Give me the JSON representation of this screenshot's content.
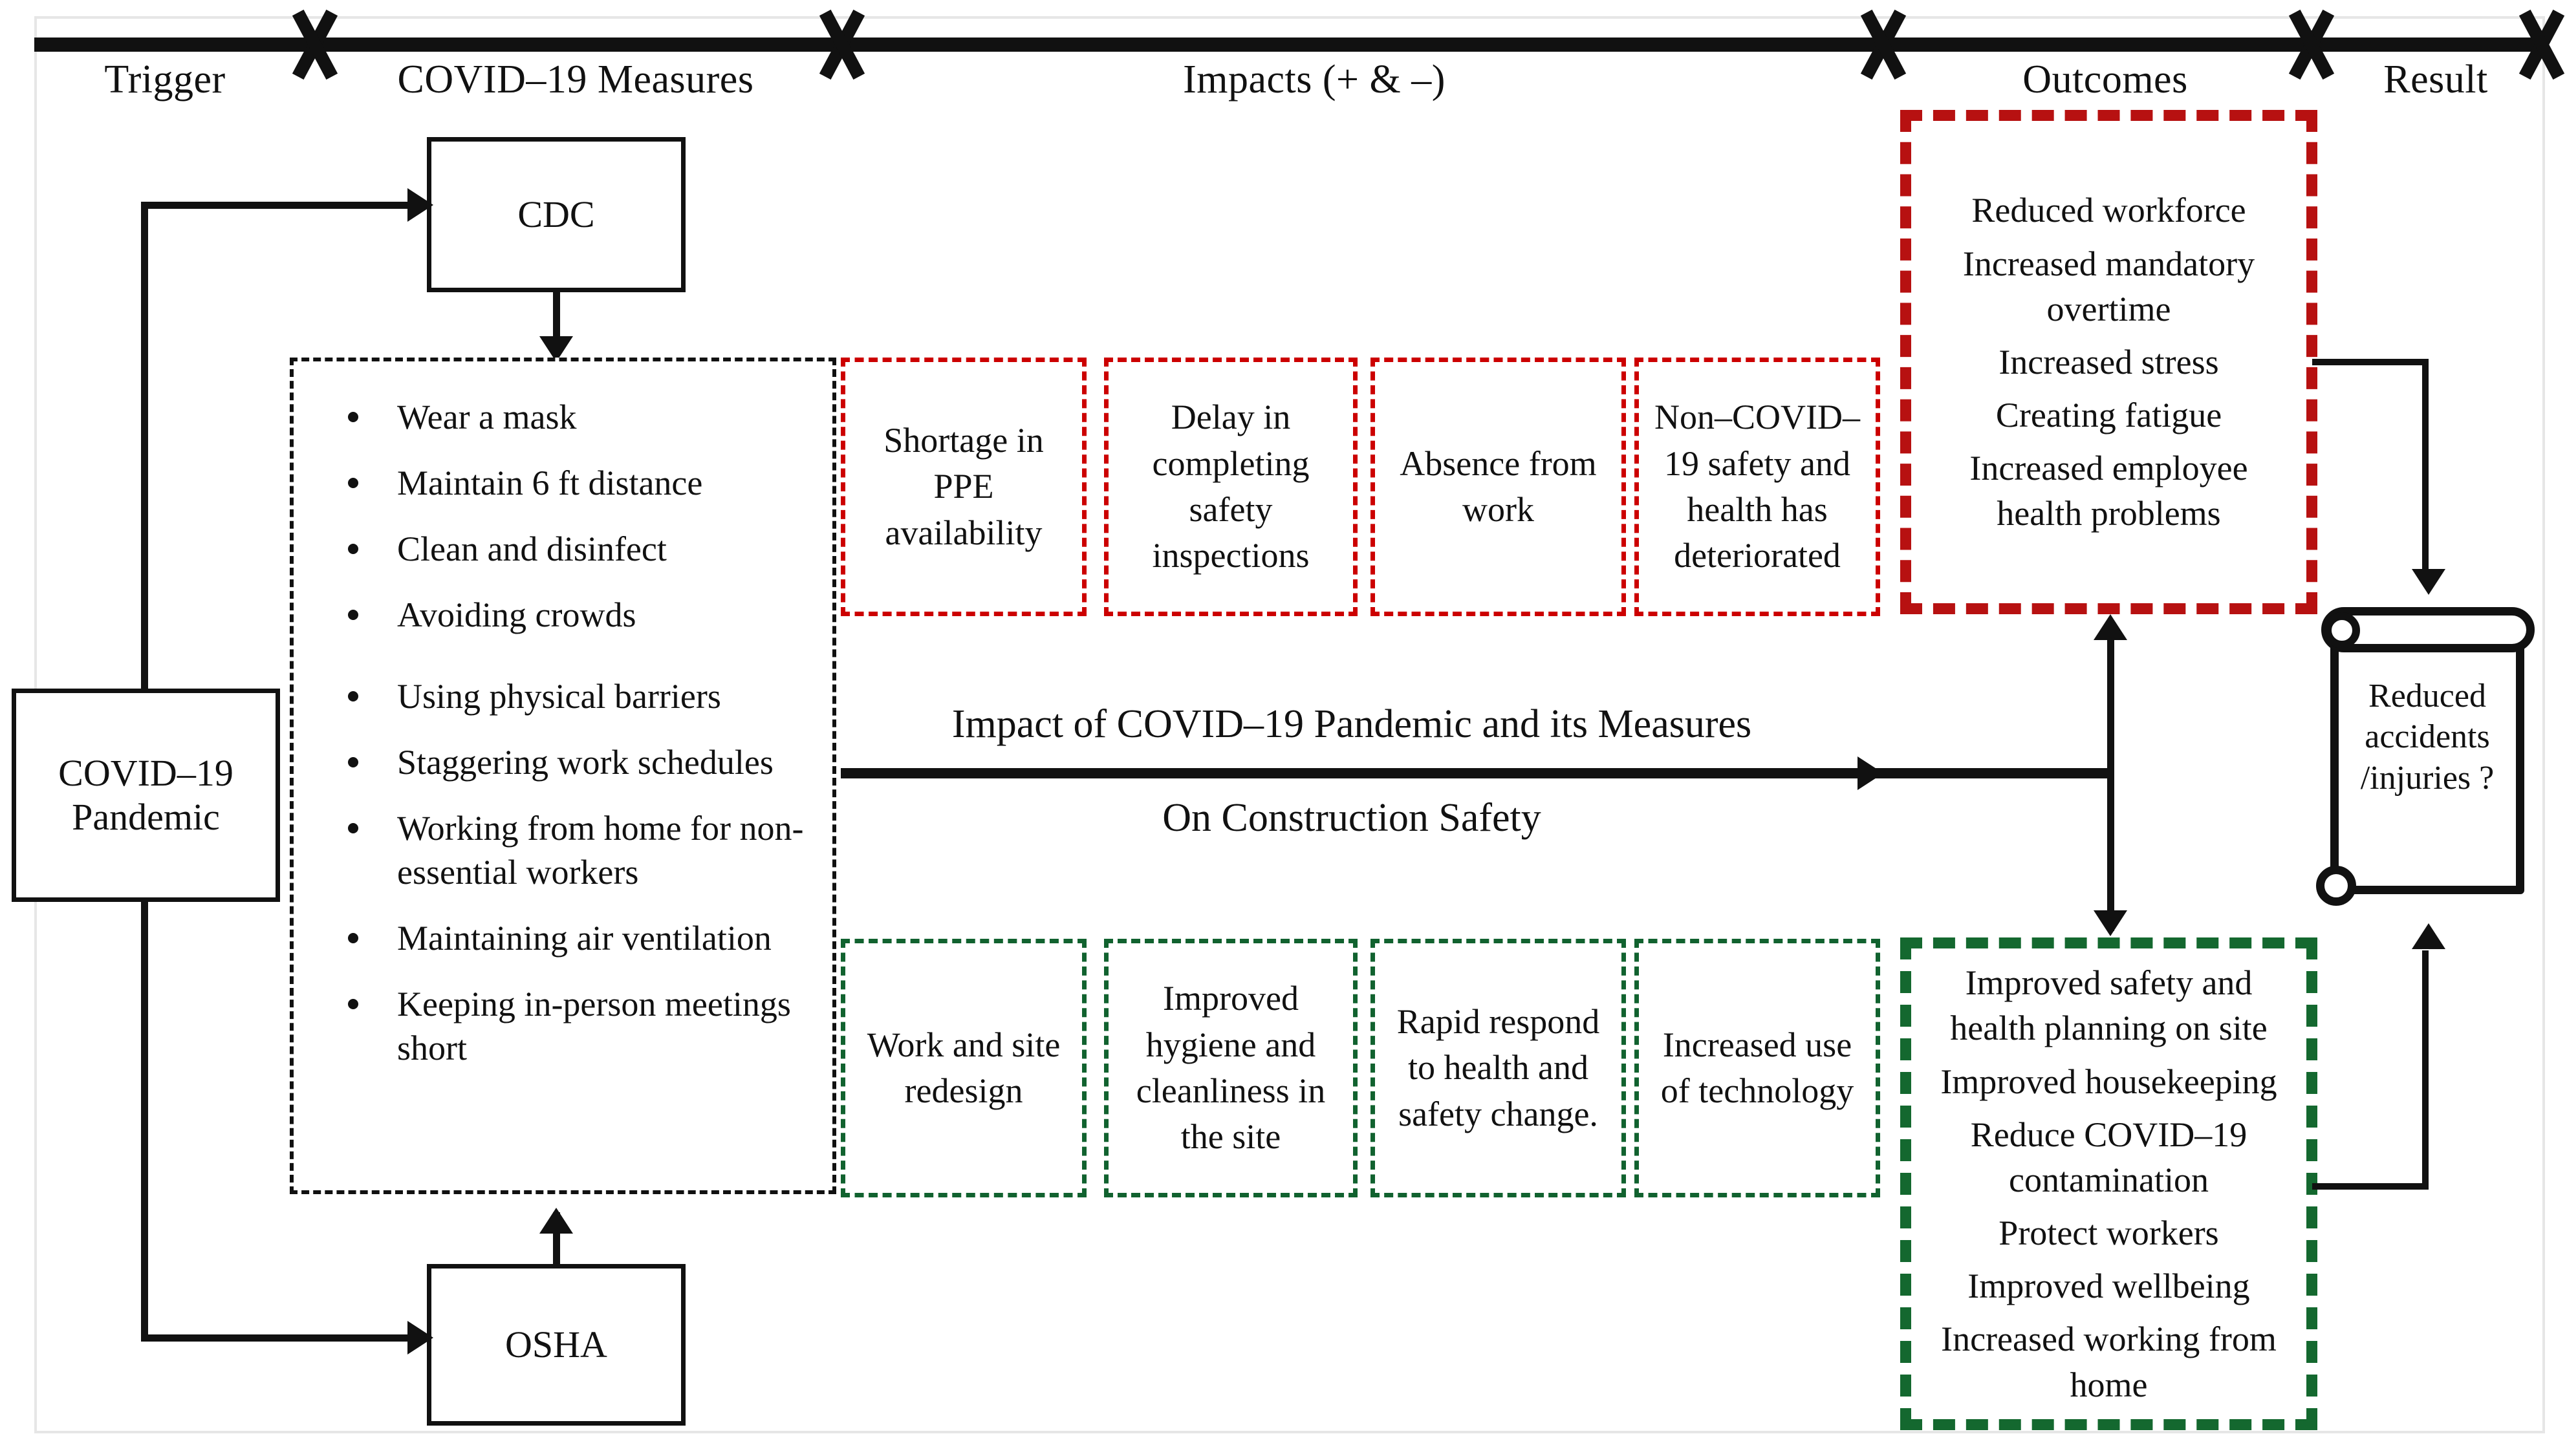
{
  "timeline": {
    "phases": [
      {
        "label": "Trigger"
      },
      {
        "label": "COVID–19 Measures"
      },
      {
        "label": "Impacts (+ & –)"
      },
      {
        "label": "Outcomes"
      },
      {
        "label": "Result"
      }
    ]
  },
  "trigger": {
    "pandemic_box": "COVID–19\nPandemic"
  },
  "agencies": {
    "cdc": "CDC",
    "osha": "OSHA"
  },
  "measures": {
    "items": [
      "Wear a mask",
      "Maintain 6 ft distance",
      "Clean and disinfect",
      "Avoiding crowds",
      "Using physical barriers",
      "Staggering work schedules",
      "Working from home for non-essential workers",
      "Maintaining air ventilation",
      "Keeping in-person meetings short"
    ]
  },
  "negative_impacts": {
    "cells": [
      "Shortage in PPE availability",
      "Delay in completing safety inspections",
      "Absence from work",
      "Non–COVID–19 safety and health has deteriorated"
    ]
  },
  "positive_impacts": {
    "cells": [
      "Work and site redesign",
      "Improved hygiene and cleanliness in the site",
      "Rapid respond to health and safety change.",
      "Increased use of technology"
    ]
  },
  "center_arrow": {
    "line_1": "Impact of COVID–19 Pandemic and its Measures",
    "line_2": "On Construction Safety"
  },
  "negative_outcomes": {
    "items": [
      "Reduced workforce",
      "Increased mandatory overtime",
      "Increased stress",
      "Creating fatigue",
      "Increased employee health problems"
    ]
  },
  "positive_outcomes": {
    "items": [
      "Improved safety and health planning on site",
      "Improved housekeeping",
      "Reduce COVID–19 contamination",
      "Protect workers",
      "Improved wellbeing",
      "Increased working from home"
    ]
  },
  "result": {
    "scroll_text": "Reduced accidents /injuries ?"
  },
  "colors": {
    "negative": "#CC0000",
    "negative_thick": "#B71111",
    "positive": "#11622F",
    "positive_thick": "#14682F",
    "ink": "#111111"
  }
}
